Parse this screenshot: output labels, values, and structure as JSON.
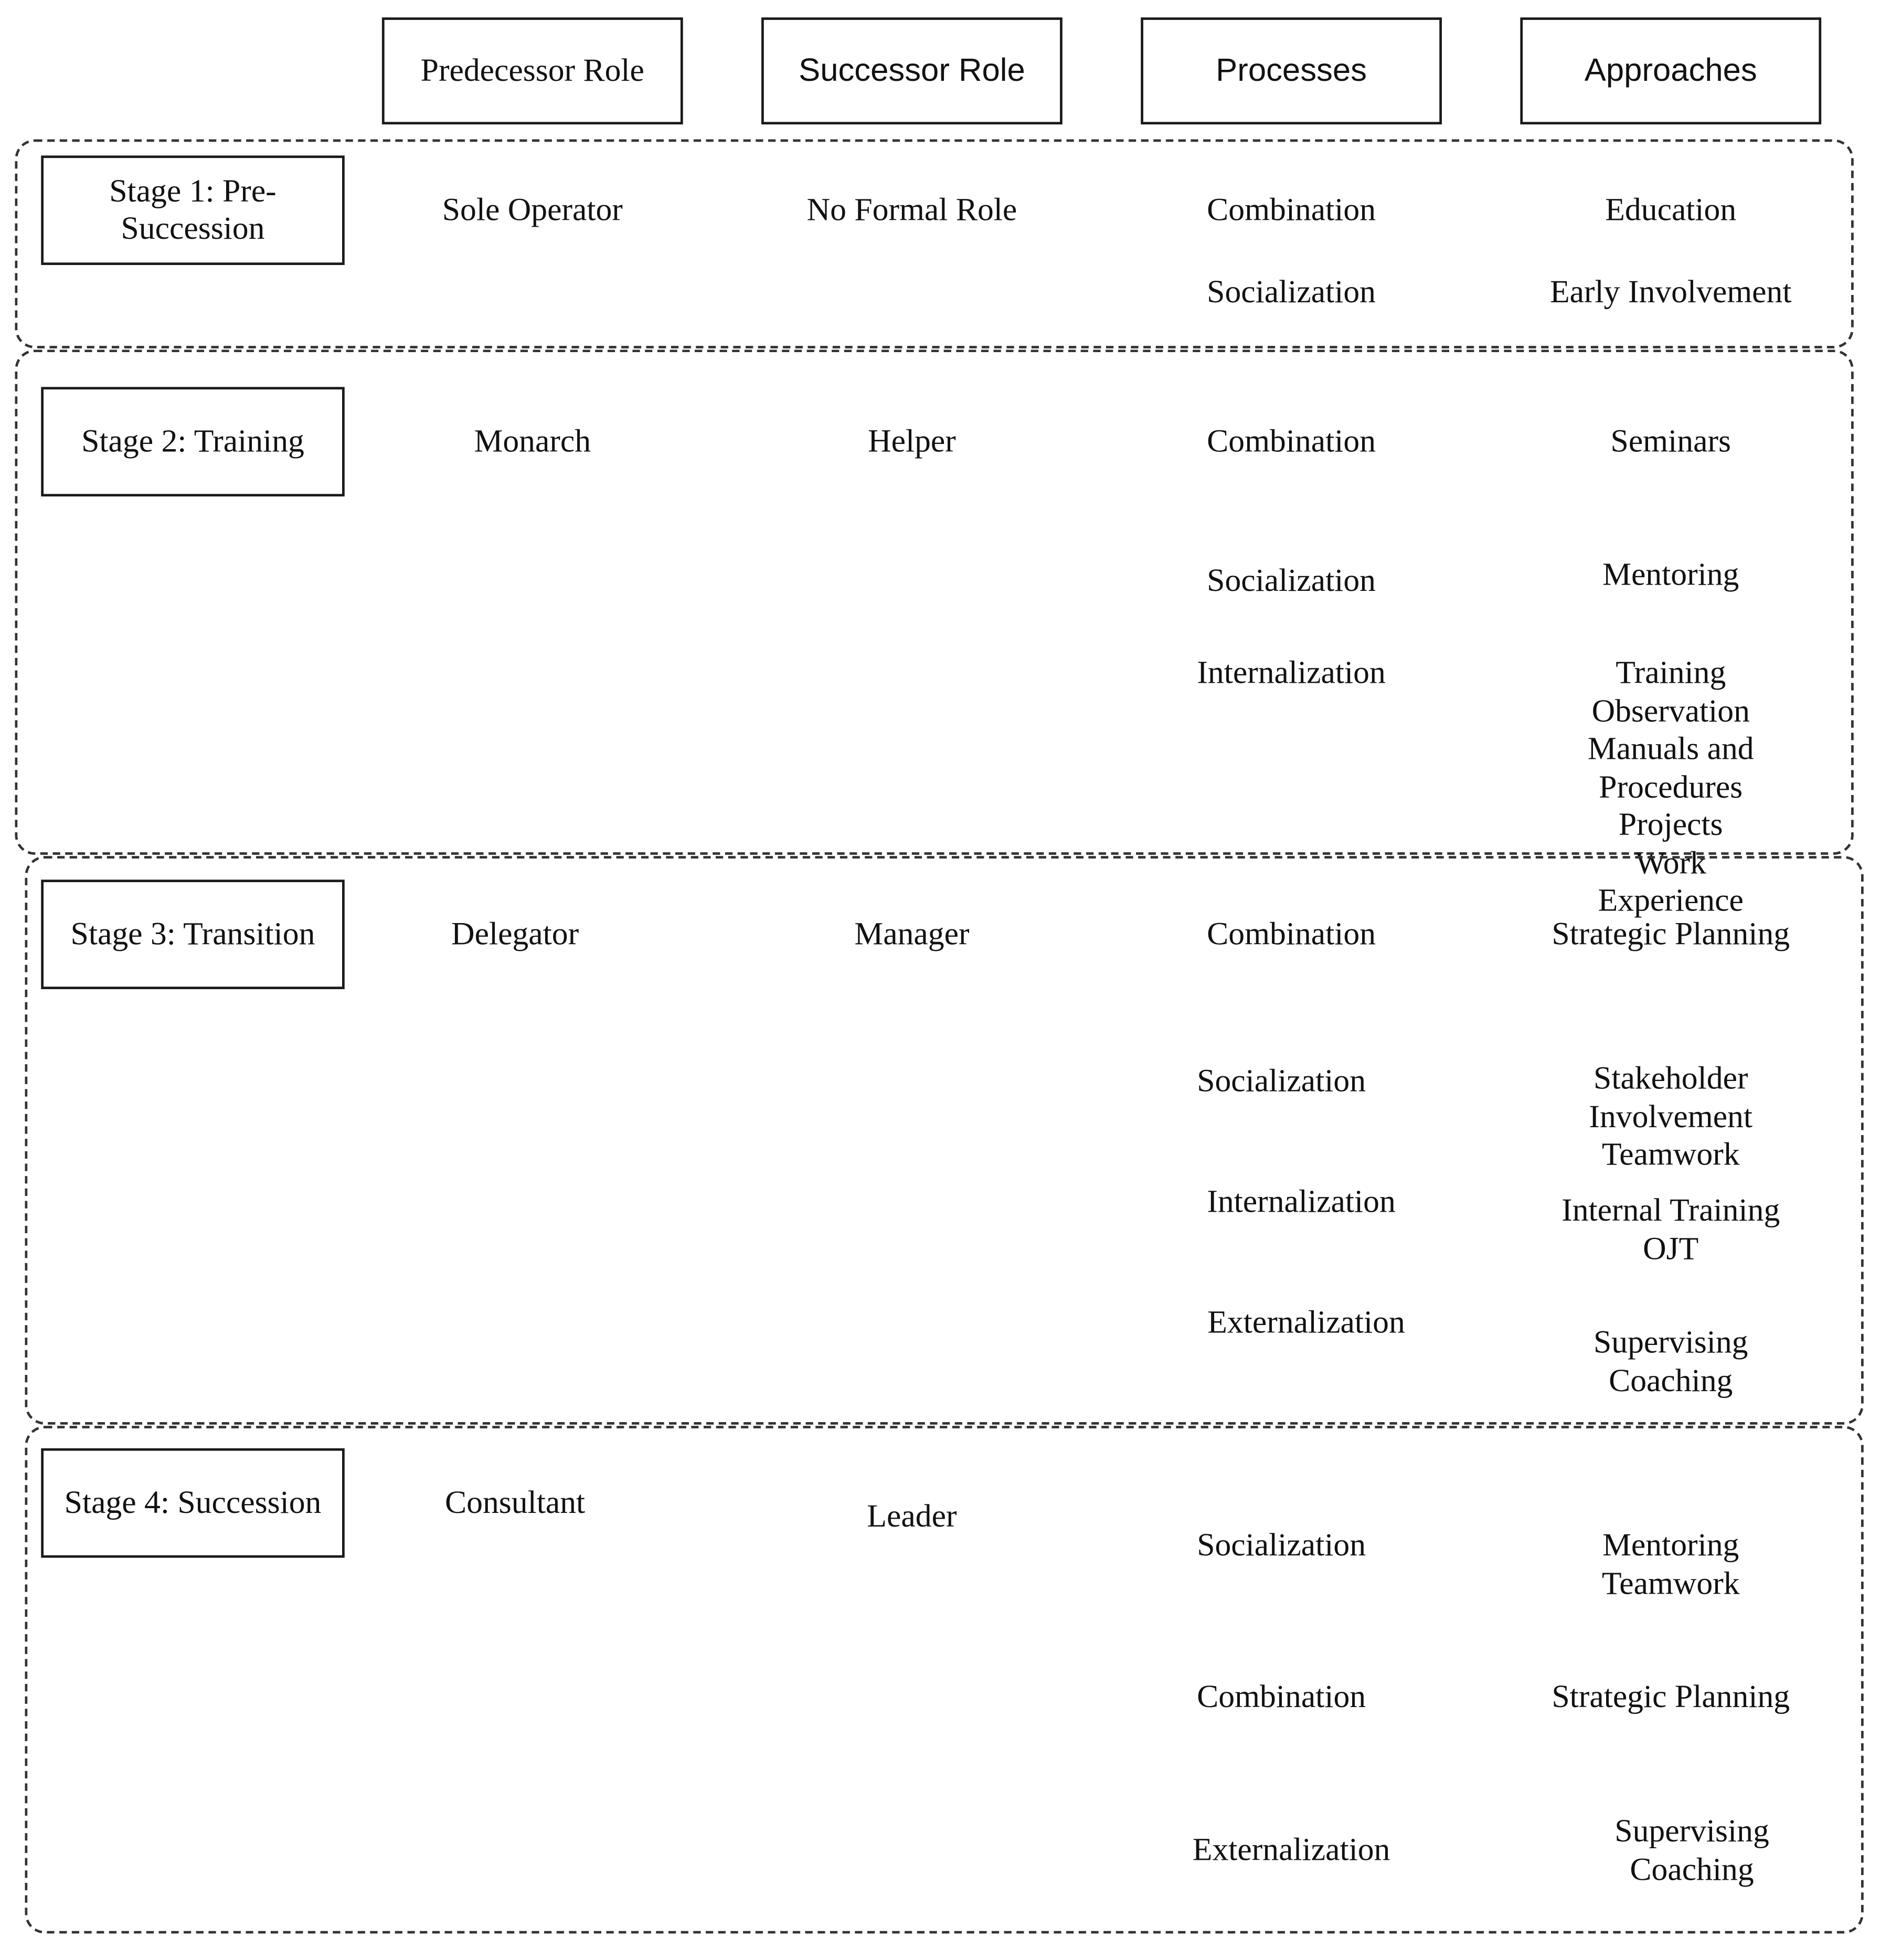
{
  "headers": {
    "predecessor": "Predecessor Role",
    "successor": "Successor Role",
    "processes": "Processes",
    "approaches": "Approaches"
  },
  "stages": [
    {
      "label": "Stage 1: Pre-Succession",
      "predecessor": "Sole Operator",
      "successor": "No Formal Role",
      "processes": [
        "Combination",
        "Socialization"
      ],
      "approaches": [
        "Education",
        "Early Involvement"
      ]
    },
    {
      "label": "Stage 2: Training",
      "predecessor": "Monarch",
      "successor": "Helper",
      "processes": [
        "Combination",
        "Socialization",
        "Internalization"
      ],
      "approaches": [
        "Seminars",
        "Mentoring",
        "Training\nObservation\nManuals and Procedures\nProjects\nWork Experience"
      ]
    },
    {
      "label": "Stage 3: Transition",
      "predecessor": "Delegator",
      "successor": "Manager",
      "processes": [
        "Combination",
        "Socialization",
        "Internalization",
        "Externalization"
      ],
      "approaches": [
        "Strategic Planning",
        "Stakeholder Involvement\nTeamwork",
        "Internal Training\nOJT",
        "Supervising\nCoaching"
      ]
    },
    {
      "label": "Stage 4: Succession",
      "predecessor": "Consultant",
      "successor": "Leader",
      "processes": [
        "Socialization",
        "Combination",
        "Externalization"
      ],
      "approaches": [
        "Mentoring\nTeamwork",
        "Strategic Planning",
        "Supervising\nCoaching"
      ]
    }
  ]
}
